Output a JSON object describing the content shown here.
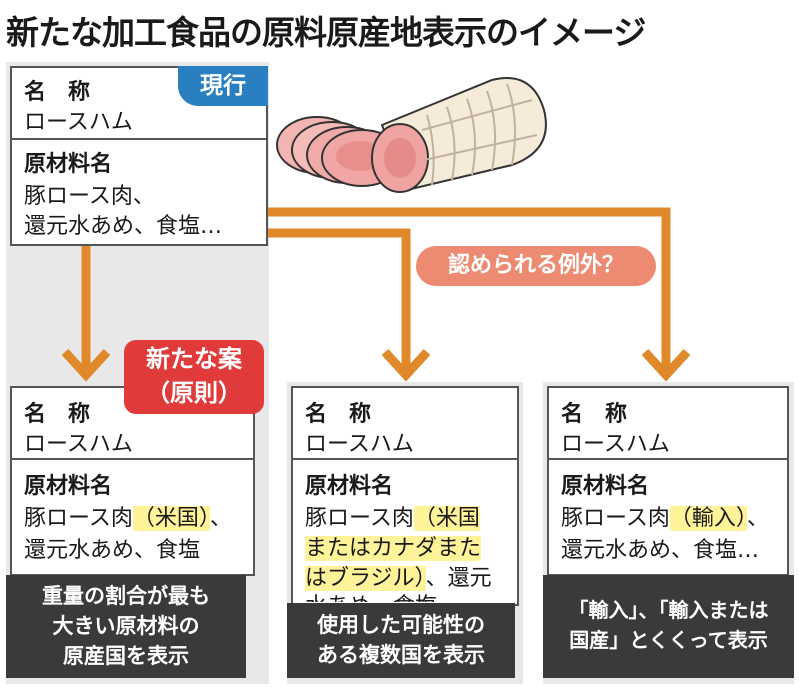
{
  "title": "新たな加工食品の原料原産地表示のイメージ",
  "current": {
    "badge": "現行",
    "name_label": "名　称",
    "name_value": "ロースハム",
    "ingredients_label": "原材料名",
    "ingredients_line1": "豚ロース肉、",
    "ingredients_line2": "還元水あめ、食塩…"
  },
  "exceptions_badge": "認められる例外？",
  "proposal": {
    "badge_line1": "新たな案",
    "badge_line2": "（原則）",
    "name_label": "名　称",
    "name_value": "ロースハム",
    "ingredients_label": "原材料名",
    "line1_prefix": "豚ロース肉",
    "line1_highlight": "（米国）",
    "line1_suffix": "、",
    "line2": "還元水あめ、食塩",
    "caption_line1": "重量の割合が最も",
    "caption_line2": "大きい原材料の",
    "caption_line3": "原産国を表示"
  },
  "exception_multi": {
    "name_label": "名　称",
    "name_value": "ロースハム",
    "ingredients_label": "原材料名",
    "line1_prefix": "豚ロース肉",
    "line1_highlight": "（米国",
    "line2_highlight": "またはカナダまた",
    "line3_highlight": "はブラジル）",
    "line3_suffix": "、還元",
    "line4": "水あめ、食塩",
    "caption_line1": "使用した可能性の",
    "caption_line2": "ある複数国を表示"
  },
  "exception_import": {
    "name_label": "名　称",
    "name_value": "ロースハム",
    "ingredients_label": "原材料名",
    "line1_prefix": "豚ロース肉",
    "line1_highlight": "（輸入）",
    "line1_suffix": "、",
    "line2": "還元水あめ、食塩…",
    "caption_line1": "「輸入」、「輸入または",
    "caption_line2": "国産」とくくって表示"
  },
  "colors": {
    "arrow": "#e0892a",
    "badge_blue": "#2a7fc0",
    "badge_red": "#e03a3a",
    "badge_salmon": "#ec8a72",
    "highlight": "#fff39a",
    "caption_bg": "#3a3a3a"
  },
  "icons": [
    "ham-illustration",
    "arrow-down-icon",
    "callout-pointer-icon"
  ]
}
